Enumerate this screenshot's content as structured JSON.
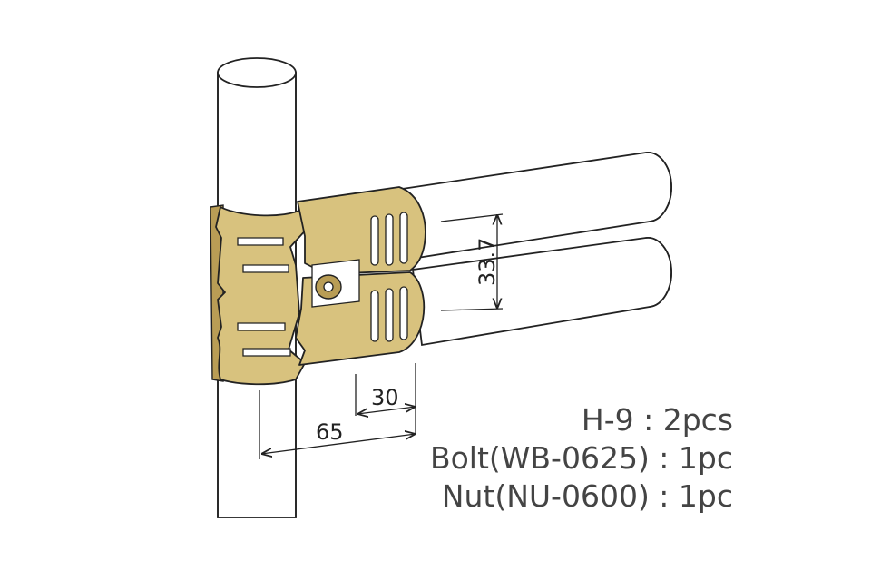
{
  "dimensions": {
    "height": "33.7",
    "inner": "30",
    "outer": "65"
  },
  "parts_list": [
    "H-9 : 2pcs",
    "Bolt(WB-0625) : 1pc",
    "Nut(NU-0600) : 1pc"
  ],
  "colors": {
    "brass": "#d8c27e",
    "brass_shadow": "#b99d55",
    "outline": "#222222",
    "text": "#444444"
  }
}
